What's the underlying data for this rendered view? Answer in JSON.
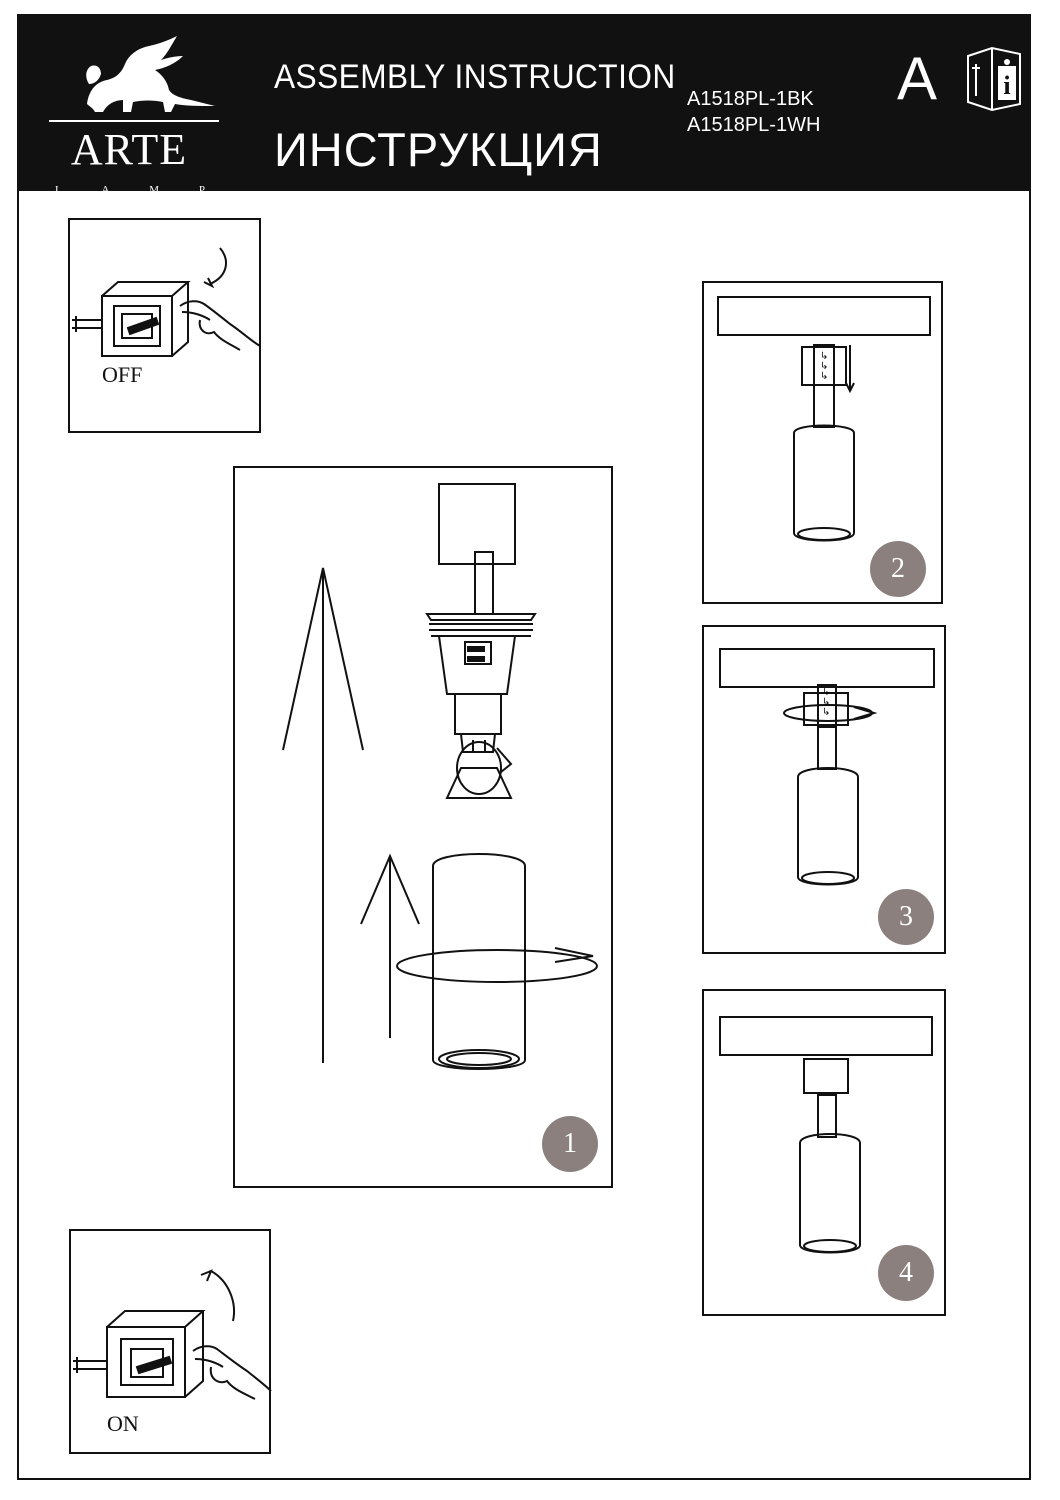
{
  "header": {
    "brand": "ARTE",
    "brand_sub": [
      "L",
      "A",
      "M",
      "P"
    ],
    "title_en": "ASSEMBLY  INSTRUCTION",
    "title_ru": "ИНСТРУКЦИЯ",
    "models": [
      "A1518PL-1BK",
      "A1518PL-1WH"
    ],
    "language_letter": "A",
    "manual_icon": "manual-info-icon"
  },
  "switch_off": {
    "label": "OFF"
  },
  "switch_on": {
    "label": "ON"
  },
  "steps": [
    {
      "number": "1"
    },
    {
      "number": "2"
    },
    {
      "number": "3"
    },
    {
      "number": "4"
    }
  ],
  "colors": {
    "header_bg": "#111111",
    "badge": "#8b807d"
  }
}
